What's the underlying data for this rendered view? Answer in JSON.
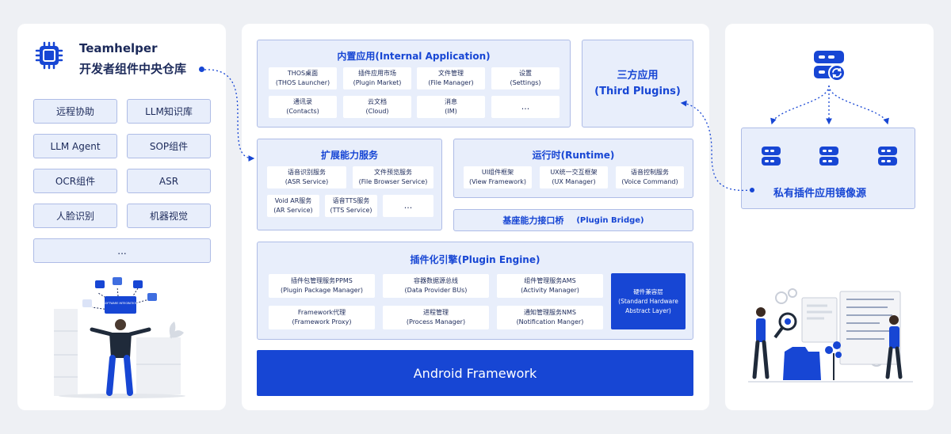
{
  "left": {
    "title": "Teamhelper",
    "subtitle": "开发者组件中央仓库",
    "items": [
      "远程协助",
      "LLM知识库",
      "LLM Agent",
      "SOP组件",
      "OCR组件",
      "ASR",
      "人脸识别",
      "机器视觉",
      "..."
    ],
    "illustration_label": "SOFTWARE INTEGRATION"
  },
  "internal": {
    "title": "内置应用(Internal Application)",
    "cells": [
      [
        "THOS桌面",
        "(THOS Launcher)"
      ],
      [
        "插件应用市场",
        "(Plugin Market)"
      ],
      [
        "文件管理",
        "(File Manager)"
      ],
      [
        "设置",
        "(Settings)"
      ],
      [
        "通讯录",
        "(Contacts)"
      ],
      [
        "云文档",
        "(Cloud)"
      ],
      [
        "消息",
        "(IM)"
      ],
      [
        "...",
        ""
      ]
    ]
  },
  "third": {
    "line1": "三方应用",
    "line2": "(Third Plugins)"
  },
  "extension": {
    "title": "扩展能力服务",
    "cells": [
      [
        "语音识别服务",
        "(ASR Service)"
      ],
      [
        "文件预览服务",
        "(File Browser Service)"
      ],
      [
        "Void AR服务",
        "(AR Service)"
      ],
      [
        "语音TTS服务",
        "(TTS Service)"
      ],
      [
        "...",
        ""
      ]
    ]
  },
  "runtime": {
    "title": "运行时(Runtime)",
    "cells": [
      [
        "UI组件框架",
        "(View Framework)"
      ],
      [
        "UX统一交互框架",
        "(UX Manager)"
      ],
      [
        "语音控制服务",
        "(Voice Command)"
      ]
    ]
  },
  "bridge": {
    "title": "基座能力接口桥",
    "subtitle": "(Plugin Bridge)"
  },
  "engine": {
    "title": "插件化引擎(Plugin Engine)",
    "cells": [
      [
        "插件包管理服务PPMS",
        "(Plugin Package Manager)"
      ],
      [
        "容器数据源总线",
        "(Data Provider BUs)"
      ],
      [
        "组件管理服务AMS",
        "(Activity Manager)"
      ],
      [
        "Framework代理",
        "(Framework Proxy)"
      ],
      [
        "进程管理",
        "(Process Manager)"
      ],
      [
        "通知管理服务NMS",
        "(Notification Manger)"
      ]
    ],
    "hal": [
      "硬件兼容层",
      "(Standard Hardware",
      "Abstract Layer)"
    ]
  },
  "android": {
    "title": "Android Framework"
  },
  "right": {
    "mirror_title": "私有插件应用镜像源"
  },
  "colors": {
    "primary": "#1746d4",
    "box_fill": "#e8eefb",
    "box_border": "#aebce6",
    "page_bg": "#eef0f4"
  }
}
